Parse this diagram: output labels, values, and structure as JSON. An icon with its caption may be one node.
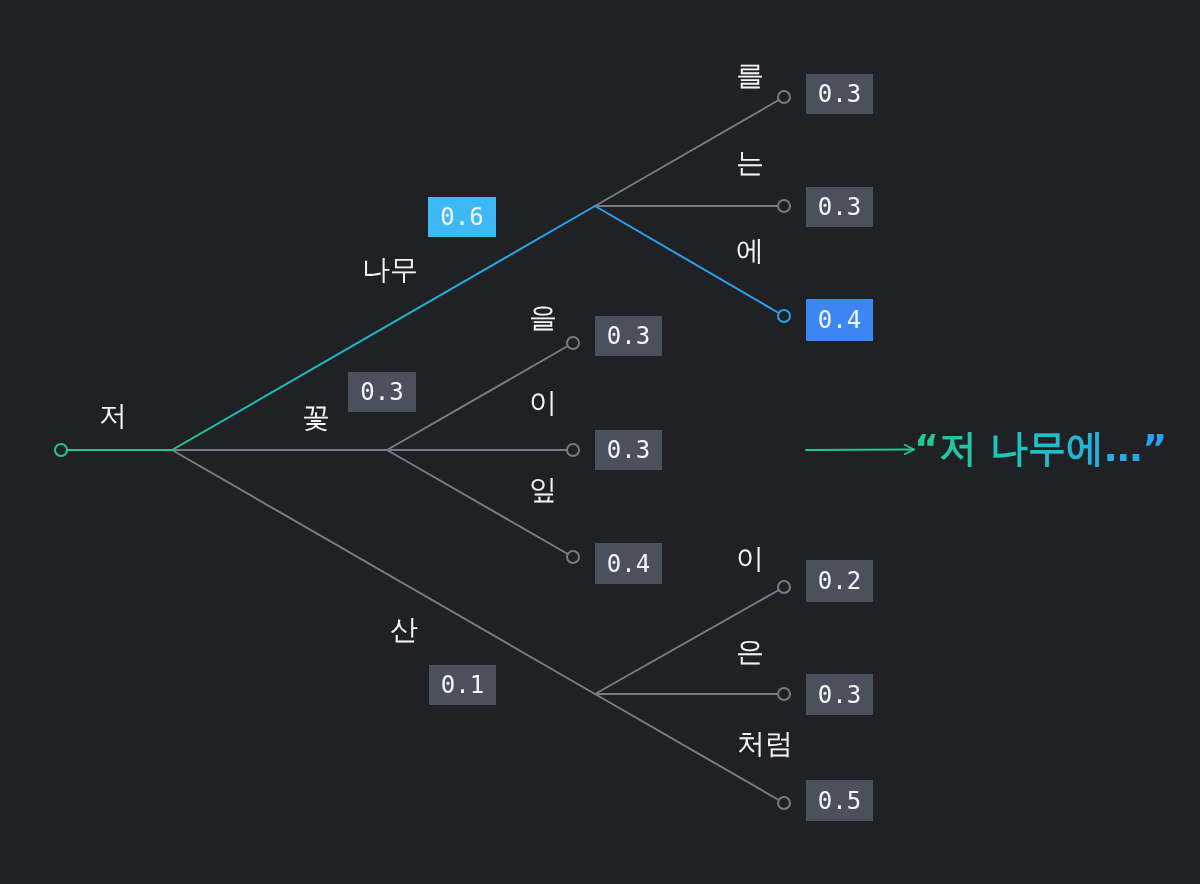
{
  "diagram": {
    "nodes": [
      {
        "text": [],
        "shape": "circle"
      },
      {
        "text": [
          "0.6"
        ]
      },
      {
        "text": [],
        "shape": "circle"
      },
      {
        "text": [
          "0.3"
        ]
      },
      {
        "text": [],
        "shape": "circle"
      },
      {
        "text": [
          "0.3"
        ]
      },
      {
        "text": [],
        "shape": "circle"
      },
      {
        "text": [
          "0.4"
        ]
      },
      {
        "text": [
          "0.3"
        ]
      },
      {
        "text": [],
        "shape": "circle"
      },
      {
        "text": [
          "0.3"
        ]
      },
      {
        "text": [],
        "shape": "circle"
      },
      {
        "text": [
          "0.3"
        ]
      },
      {
        "text": [],
        "shape": "circle"
      },
      {
        "text": [
          "0.4"
        ]
      },
      {
        "text": [
          "0.1"
        ]
      },
      {
        "text": [],
        "shape": "circle"
      },
      {
        "text": [
          "0.2"
        ]
      },
      {
        "text": [],
        "shape": "circle"
      },
      {
        "text": [
          "0.3"
        ]
      },
      {
        "text": [],
        "shape": "circle"
      },
      {
        "text": [
          "0.5"
        ]
      },
      {
        "text": [
          "“저 나무에…”"
        ]
      }
    ],
    "edges": [
      {
        "from": 0,
        "to": 2,
        "arrow": "none",
        "label": "를"
      },
      {
        "from": 0,
        "to": 4,
        "arrow": "none",
        "label": "는"
      },
      {
        "from": 0,
        "to": 6,
        "arrow": "none",
        "label": "에",
        "color": "#2b9ef0"
      },
      {
        "from": 0,
        "to": 9,
        "arrow": "none",
        "label": "을"
      },
      {
        "from": 0,
        "to": 11,
        "arrow": "none",
        "label": "이"
      },
      {
        "from": 0,
        "to": 13,
        "arrow": "none",
        "label": "잎"
      },
      {
        "from": 0,
        "to": 16,
        "arrow": "none",
        "label": "이"
      },
      {
        "from": 0,
        "to": 18,
        "arrow": "none",
        "label": "은"
      },
      {
        "from": 0,
        "to": 20,
        "arrow": "none",
        "label": "처럼"
      },
      {
        "from": null,
        "to": 22,
        "arrow": "to",
        "color": "#20c98f"
      }
    ],
    "labels": [
      "저",
      "나무",
      "꽃",
      "산"
    ]
  }
}
